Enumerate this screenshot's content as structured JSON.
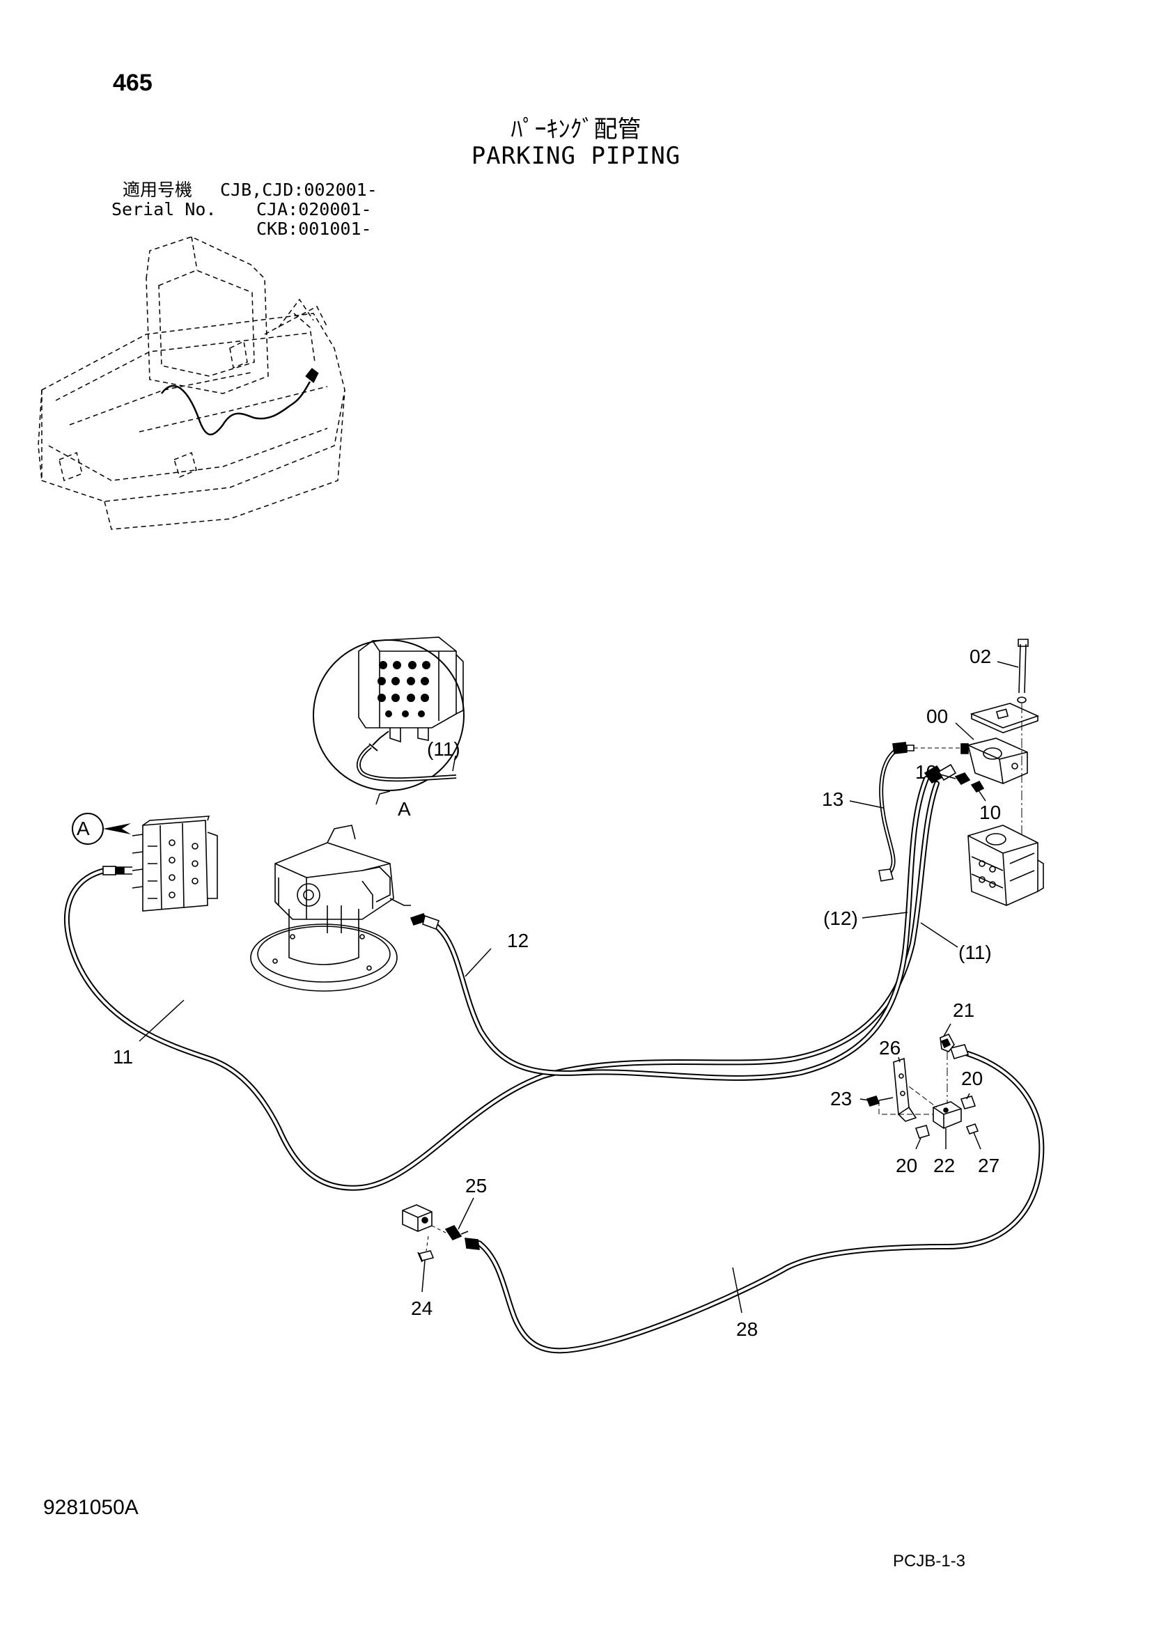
{
  "page_number": "465",
  "title_jp": "ﾊﾟｰｷﾝｸﾞ配管",
  "title_en": "PARKING PIPING",
  "serial": {
    "label_jp": "適用号機",
    "label_en": "Serial No.",
    "values": [
      "CJB,CJD:002001-",
      "CJA:020001-",
      "CKB:001001-"
    ]
  },
  "view_label": "A",
  "callouts": {
    "c00": "00",
    "c02": "02",
    "c10a": "10",
    "c10b": "10",
    "c11": "11",
    "c11_paren_detail": "(11)",
    "c11_paren_right": "(11)",
    "c12": "12",
    "c12_paren": "(12)",
    "c13": "13",
    "c20a": "20",
    "c20b": "20",
    "c21": "21",
    "c22": "22",
    "c23": "23",
    "c24": "24",
    "c25": "25",
    "c26": "26",
    "c27": "27",
    "c28": "28"
  },
  "footer": {
    "drawing_no": "9281050A",
    "page_code": "PCJB-1-3"
  }
}
